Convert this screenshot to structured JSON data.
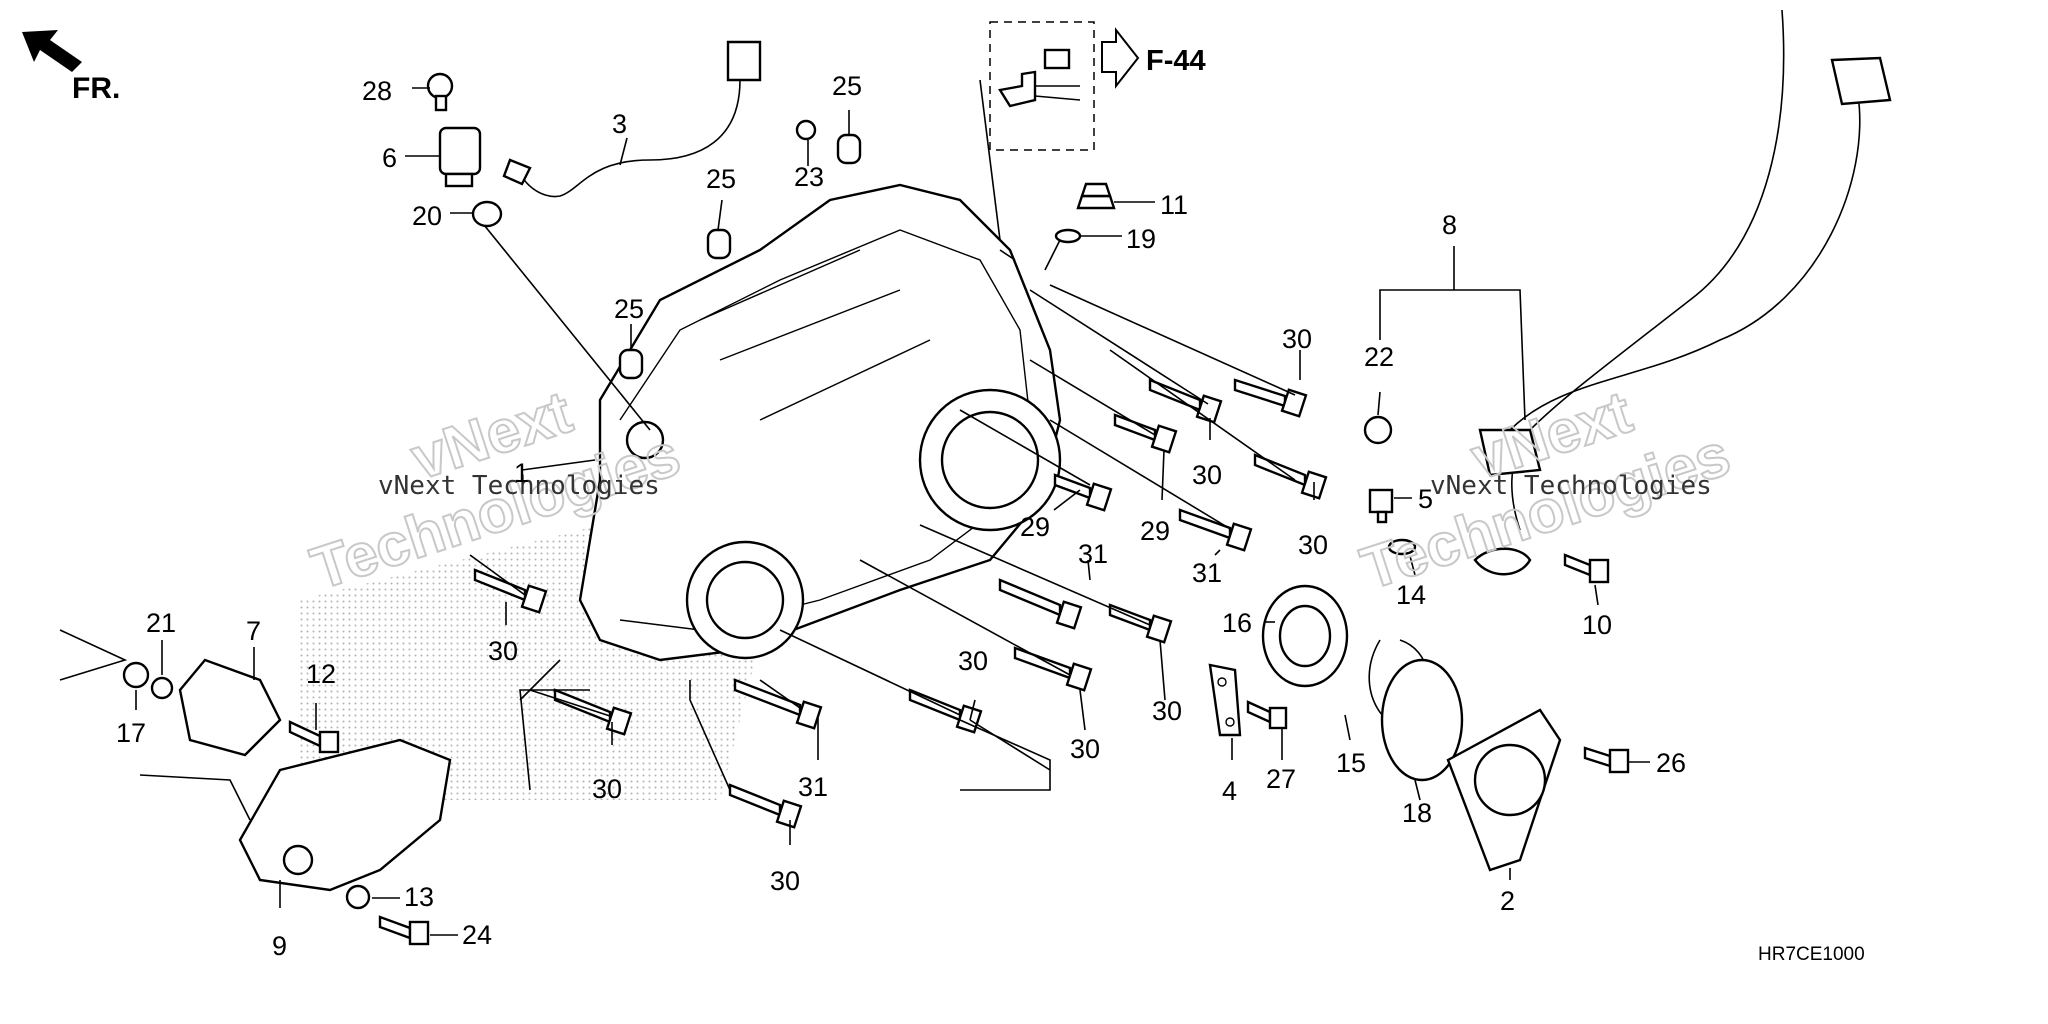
{
  "diagram": {
    "fr_label": "FR.",
    "ref_label": "F-44",
    "code": "HR7CE1000",
    "watermark": {
      "line1": "vNext",
      "line2": "Technologies",
      "small": "vNext Technologies"
    },
    "labels": [
      {
        "id": "l28",
        "text": "28"
      },
      {
        "id": "l6",
        "text": "6"
      },
      {
        "id": "l20",
        "text": "20"
      },
      {
        "id": "l3",
        "text": "3"
      },
      {
        "id": "l25a",
        "text": "25"
      },
      {
        "id": "l23",
        "text": "23"
      },
      {
        "id": "l25b",
        "text": "25"
      },
      {
        "id": "l25c",
        "text": "25"
      },
      {
        "id": "l1",
        "text": "1"
      },
      {
        "id": "l11",
        "text": "11"
      },
      {
        "id": "l19",
        "text": "19"
      },
      {
        "id": "l8",
        "text": "8"
      },
      {
        "id": "l22",
        "text": "22"
      },
      {
        "id": "l5",
        "text": "5"
      },
      {
        "id": "l14",
        "text": "14"
      },
      {
        "id": "l10",
        "text": "10"
      },
      {
        "id": "l30a",
        "text": "30"
      },
      {
        "id": "l30b",
        "text": "30"
      },
      {
        "id": "l30c",
        "text": "30"
      },
      {
        "id": "l29a",
        "text": "29"
      },
      {
        "id": "l29b",
        "text": "29"
      },
      {
        "id": "l31a",
        "text": "31"
      },
      {
        "id": "l31b",
        "text": "31"
      },
      {
        "id": "l16",
        "text": "16"
      },
      {
        "id": "l30d",
        "text": "30"
      },
      {
        "id": "l30e",
        "text": "30"
      },
      {
        "id": "l30f",
        "text": "30"
      },
      {
        "id": "l30g",
        "text": "30"
      },
      {
        "id": "l30h",
        "text": "30"
      },
      {
        "id": "l31c",
        "text": "31"
      },
      {
        "id": "l30i",
        "text": "30"
      },
      {
        "id": "l4",
        "text": "4"
      },
      {
        "id": "l27",
        "text": "27"
      },
      {
        "id": "l15",
        "text": "15"
      },
      {
        "id": "l18",
        "text": "18"
      },
      {
        "id": "l2",
        "text": "2"
      },
      {
        "id": "l26",
        "text": "26"
      },
      {
        "id": "l21",
        "text": "21"
      },
      {
        "id": "l7",
        "text": "7"
      },
      {
        "id": "l17",
        "text": "17"
      },
      {
        "id": "l12",
        "text": "12"
      },
      {
        "id": "l13",
        "text": "13"
      },
      {
        "id": "l9",
        "text": "9"
      },
      {
        "id": "l24",
        "text": "24"
      }
    ]
  }
}
